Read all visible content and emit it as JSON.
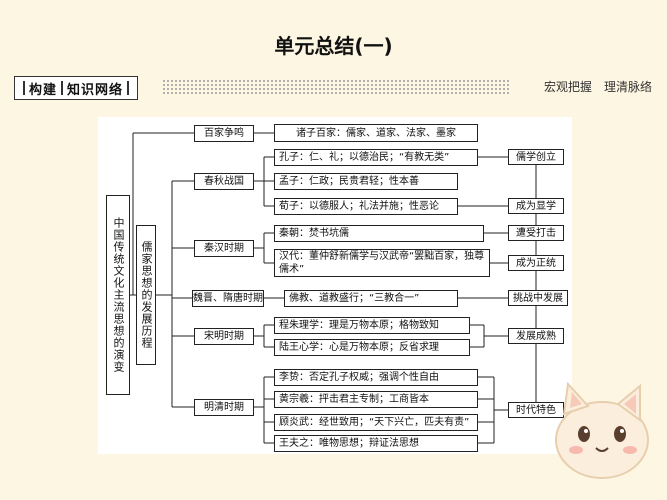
{
  "title": "单元总结(一)",
  "section": {
    "label_a": "构建",
    "label_b": "知识网络",
    "right": "宏观把握　理清脉络"
  },
  "root": "中国传统文化主流思想的演变",
  "branch": "儒家思想的发展历程",
  "periods": {
    "baijia": "百家争鸣",
    "chunqiu": "春秋战国",
    "qinhan": "秦汉时期",
    "weijin": "魏晋、隋唐时期",
    "songming": "宋明时期",
    "mingqing": "明清时期"
  },
  "details": {
    "zhuzi": "诸子百家：儒家、道家、法家、墨家",
    "kongzi": "孔子：仁、礼；以德治民；“有教无类”",
    "mengzi": "孟子：仁政；民贵君轻；性本善",
    "xunzi": "荀子：以德服人；礼法并施；性恶论",
    "qinchao": "秦朝：焚书坑儒",
    "handai": "汉代：董仲舒新儒学与汉武帝“罢黜百家，独尊儒术”",
    "fodao": "佛教、道教盛行；“三教合一”",
    "chengzhu": "程朱理学：理是万物本原；格物致知",
    "luwang": "陆王心学：心是万物本原；反省求理",
    "lizhi": "李贽：否定孔子权威；强调个性自由",
    "huang": "黄宗羲：抨击君主专制；工商皆本",
    "gu": "顾炎武：经世致用；“天下兴亡，匹夫有责”",
    "wang": "王夫之：唯物思想；辩证法思想"
  },
  "outcomes": {
    "chuangli": "儒学创立",
    "xianxue": "成为显学",
    "zhongchuang": "遭受打击",
    "zhengtong": "成为正统",
    "tiaozhan": "挑战中发展",
    "chengshu": "发展成熟",
    "tese": "时代特色"
  },
  "colors": {
    "background": "#fdf6e3",
    "line": "#222222"
  },
  "decor": {
    "mascot": "cat-icon"
  }
}
